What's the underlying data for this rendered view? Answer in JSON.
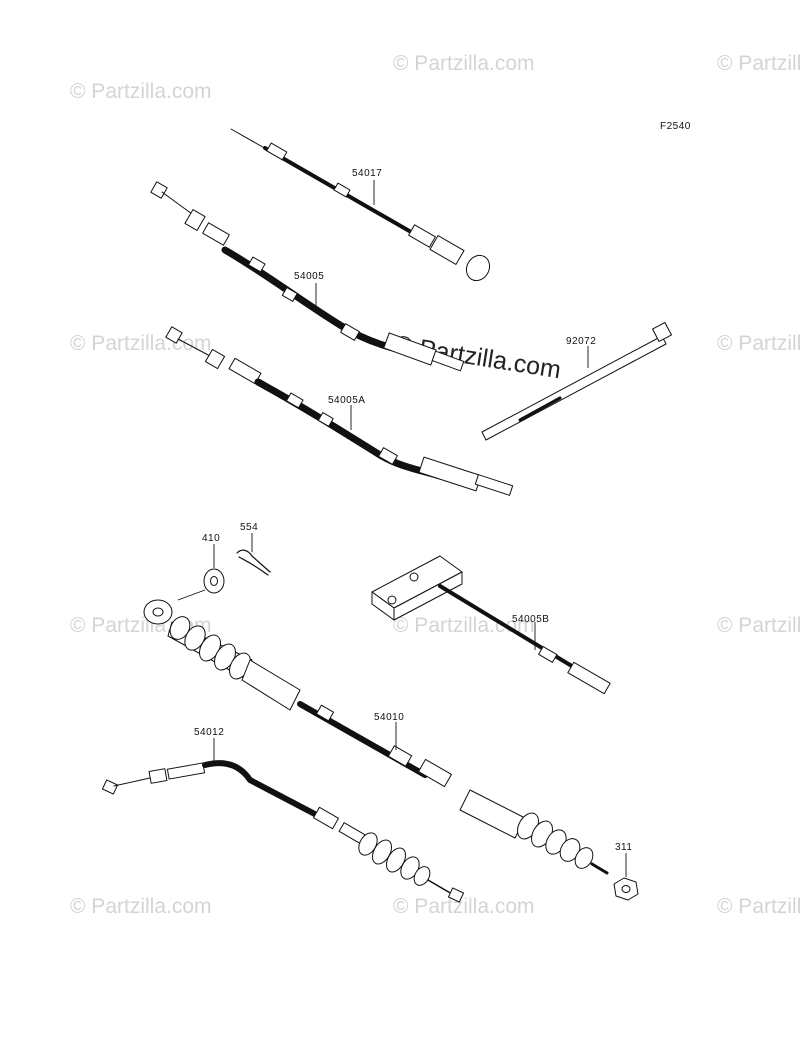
{
  "diagram_code": "F2540",
  "watermark": {
    "text": "© Partzilla.com",
    "center_text": "© Partzilla.com"
  },
  "callouts": {
    "p54017": "54017",
    "p54005": "54005",
    "p92072": "92072",
    "p54005A": "54005A",
    "p410": "410",
    "p554": "554",
    "p54005B": "54005B",
    "p54010": "54010",
    "p54012": "54012",
    "p311": "311"
  }
}
